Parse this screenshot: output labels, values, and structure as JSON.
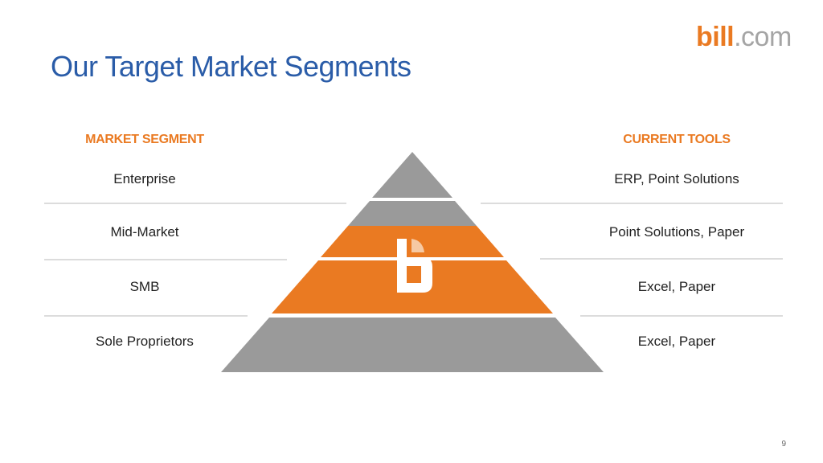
{
  "slide": {
    "title": "Our Target Market Segments",
    "page_number": "9"
  },
  "logo": {
    "brand": "bill",
    "tld": ".com"
  },
  "columns": {
    "left_header": "MARKET SEGMENT",
    "right_header": "CURRENT TOOLS"
  },
  "segments": [
    {
      "name": "Enterprise",
      "tools": "ERP, Point Solutions"
    },
    {
      "name": "Mid-Market",
      "tools": "Point Solutions, Paper"
    },
    {
      "name": "SMB",
      "tools": "Excel, Paper"
    },
    {
      "name": "Sole Proprietors",
      "tools": "Excel, Paper"
    }
  ],
  "colors": {
    "title": "#2a5ca8",
    "accent_orange": "#ea7a22",
    "pyramid_gray": "#9a9a9a",
    "divider": "#dcdcdc"
  },
  "pyramid": {
    "highlighted_tiers": [
      "Mid-Market",
      "SMB"
    ],
    "center_icon": "bill-b-logo-icon"
  }
}
